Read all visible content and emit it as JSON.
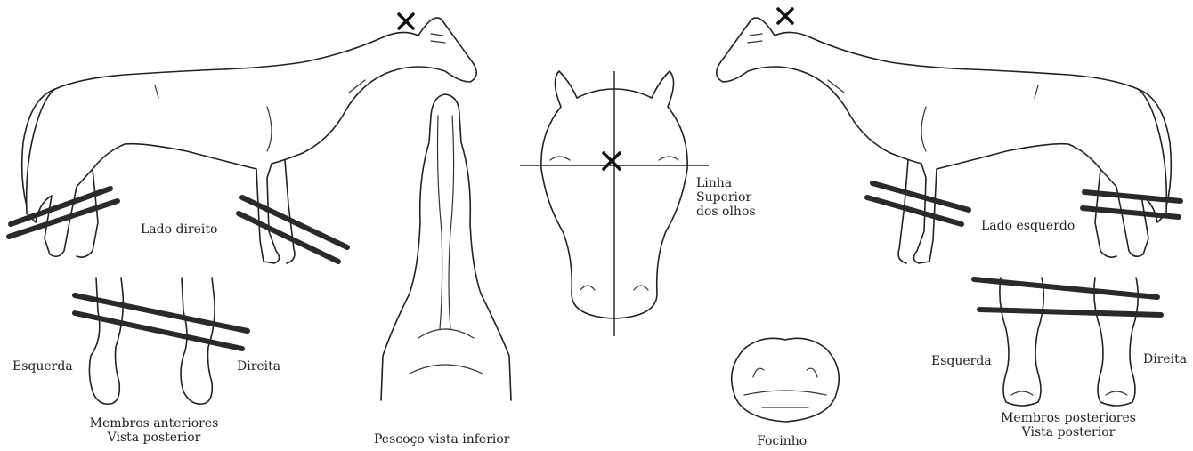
{
  "labels": {
    "right_side": "Lado direito",
    "left_side": "Lado esquerdo",
    "eye_line": [
      "Linha",
      "Superior",
      "dos olhos"
    ],
    "neck": "Pescoço vista inferior",
    "muzzle": "Focinho",
    "front_left": "Esquerda",
    "front_right": "Direita",
    "front_caption": [
      "Membros anteriores",
      "Vista posterior"
    ],
    "hind_left": "Esquerda",
    "hind_right": "Direita",
    "hind_caption": [
      "Membros posteriores",
      "Vista posterior"
    ]
  },
  "colors": {
    "line": "#222222",
    "background": "#ffffff"
  }
}
